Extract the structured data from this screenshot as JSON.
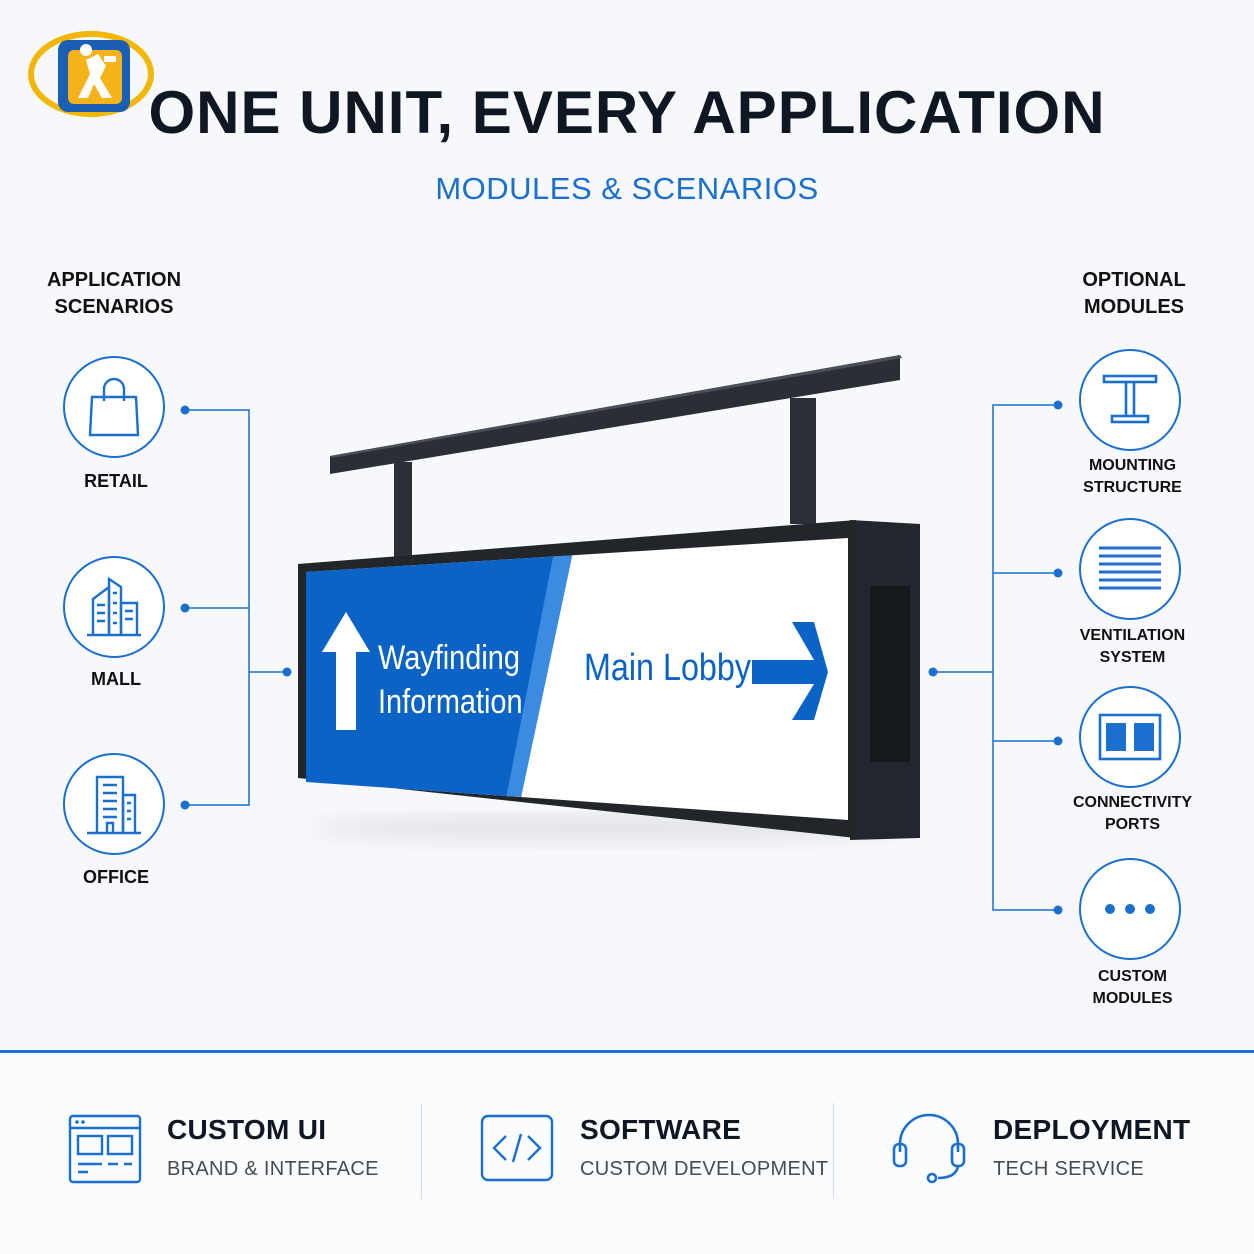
{
  "header": {
    "title": "ONE UNIT, EVERY APPLICATION",
    "subtitle": "MODULES & SCENARIOS",
    "logo_icon": "brand-logo-icon"
  },
  "left_column": {
    "heading_line1": "APPLICATION",
    "heading_line2": "SCENARIOS",
    "items": [
      {
        "label": "RETAIL",
        "icon": "shopping-bag-icon"
      },
      {
        "label": "MALL",
        "icon": "mall-building-icon"
      },
      {
        "label": "OFFICE",
        "icon": "office-building-icon"
      }
    ]
  },
  "right_column": {
    "heading_line1": "OPTIONAL",
    "heading_line2": "MODULES",
    "items": [
      {
        "label_line1": "MOUNTING",
        "label_line2": "STRUCTURE",
        "icon": "mount-beam-icon"
      },
      {
        "label_line1": "VENTILATION",
        "label_line2": "SYSTEM",
        "icon": "vent-grille-icon"
      },
      {
        "label_line1": "CONNECTIVITY",
        "label_line2": "PORTS",
        "icon": "ports-icon"
      },
      {
        "label_line1": "CUSTOM",
        "label_line2": "MODULES",
        "icon": "more-dots-icon"
      }
    ]
  },
  "display": {
    "left_text_line1": "Wayfinding",
    "left_text_line2": "Information",
    "right_text": "Main Lobby",
    "accent_color": "#0b63c5"
  },
  "features": [
    {
      "title": "CUSTOM UI",
      "subtitle": "BRAND & INTERFACE",
      "icon": "ui-layout-icon"
    },
    {
      "title": "SOFTWARE",
      "subtitle": "CUSTOM DEVELOPMENT",
      "icon": "code-brackets-icon"
    },
    {
      "title": "DEPLOYMENT",
      "subtitle": "TECH SERVICE",
      "icon": "headset-icon"
    }
  ],
  "colors": {
    "accent": "#1a6fcf",
    "text": "#0f1723",
    "background": "#f6f8fb"
  }
}
